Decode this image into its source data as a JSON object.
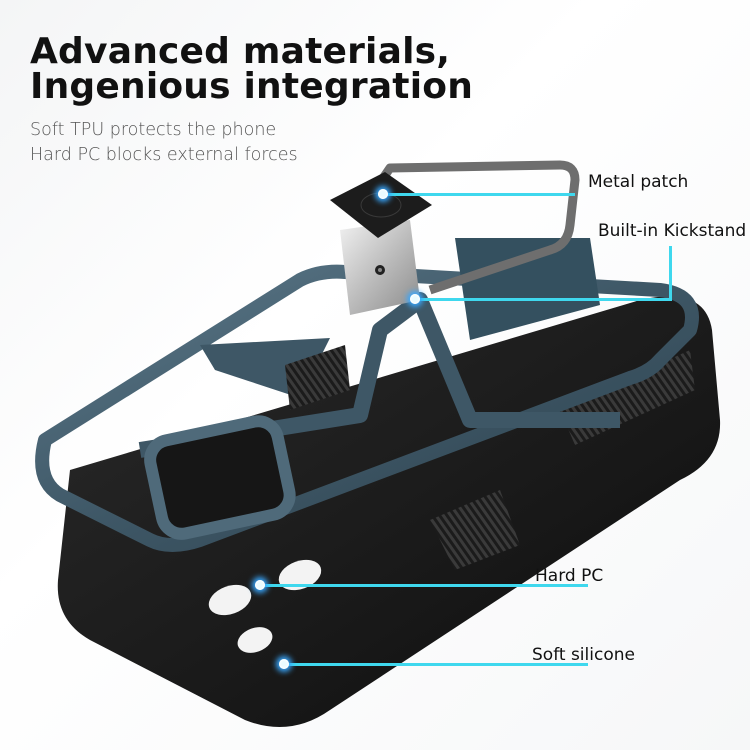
{
  "headline": {
    "line1": "Advanced materials,",
    "line2": "Ingenious integration"
  },
  "subheadline": {
    "line1": "Soft TPU protects the phone",
    "line2": "Hard PC blocks external forces"
  },
  "product": {
    "name": "phone case with built-in kickstand",
    "colors": {
      "frame": "#3e5766",
      "frame_highlight": "#8aa5b6",
      "inner_case": "#1a1a1a",
      "metal_plate": "#c8c8c8",
      "accent_line": "#3fd8ee"
    }
  },
  "callouts": [
    {
      "label": "Metal patch"
    },
    {
      "label": "Built-in Kickstand"
    },
    {
      "label": "Hard PC"
    },
    {
      "label": "Soft silicone"
    }
  ]
}
